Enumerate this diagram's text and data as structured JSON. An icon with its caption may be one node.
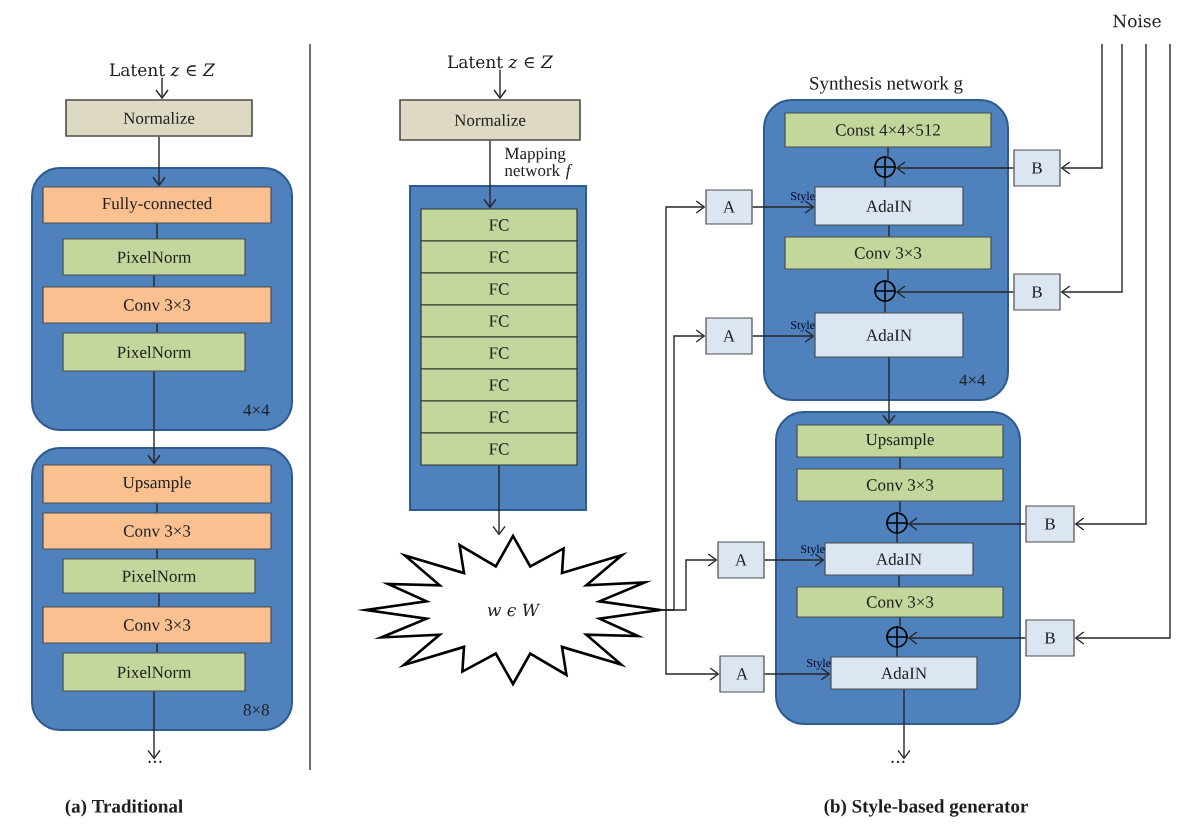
{
  "diagram": {
    "nodes": [
      {
        "text": [
          "Latent *z* ∈ *Z*"
        ]
      },
      {
        "text": [
          "Normalize"
        ]
      },
      {
        "text": [
          "4×4"
        ]
      },
      {
        "text": [
          "Fully-connected"
        ],
        "in": 2
      },
      {
        "text": [
          "PixelNorm"
        ],
        "in": 2
      },
      {
        "text": [
          "Conv 3×3"
        ],
        "in": 2
      },
      {
        "text": [
          "PixelNorm"
        ],
        "in": 2
      },
      {
        "text": [
          "8×8"
        ]
      },
      {
        "text": [
          "Upsample"
        ],
        "in": 7
      },
      {
        "text": [
          "Conv 3×3"
        ],
        "in": 7
      },
      {
        "text": [
          "PixelNorm"
        ],
        "in": 7
      },
      {
        "text": [
          "Conv 3×3"
        ],
        "in": 7
      },
      {
        "text": [
          "PixelNorm"
        ],
        "in": 7
      },
      {
        "text": [
          "..."
        ]
      },
      {
        "text": [
          "Latent *z* ∈ *Z*"
        ]
      },
      {
        "text": [
          "Normalize"
        ]
      },
      {
        "text": [
          "Mapping network *f*"
        ]
      },
      {
        "text": [
          "FC"
        ],
        "in": 16
      },
      {
        "text": [
          "FC"
        ],
        "in": 16
      },
      {
        "text": [
          "FC"
        ],
        "in": 16
      },
      {
        "text": [
          "FC"
        ],
        "in": 16
      },
      {
        "text": [
          "FC"
        ],
        "in": 16
      },
      {
        "text": [
          "FC"
        ],
        "in": 16
      },
      {
        "text": [
          "FC"
        ],
        "in": 16
      },
      {
        "text": [
          "FC"
        ],
        "in": 16
      },
      {
        "text": [
          "*w* ϵ *W*"
        ]
      },
      {
        "text": [
          "Noise"
        ]
      },
      {
        "text": [
          "Synthesis network g",
          "4×4"
        ]
      },
      {
        "text": [
          "Const 4×4×512"
        ],
        "in": 27
      },
      {
        "text": [],
        "shape": "circle",
        "in": 27
      },
      {
        "text": [
          "AdaIN"
        ],
        "in": 27
      },
      {
        "text": [
          "Conv 3×3"
        ],
        "in": 27
      },
      {
        "text": [],
        "shape": "circle",
        "in": 27
      },
      {
        "text": [
          "AdaIN"
        ],
        "in": 27
      },
      {
        "text": [],
        "shape": "box"
      },
      {
        "text": [
          "Upsample"
        ],
        "in": 34
      },
      {
        "text": [
          "Conv 3×3"
        ],
        "in": 34
      },
      {
        "text": [],
        "shape": "circle",
        "in": 34
      },
      {
        "text": [
          "AdaIN"
        ],
        "in": 34
      },
      {
        "text": [
          "Conv 3×3"
        ],
        "in": 34
      },
      {
        "text": [],
        "shape": "circle",
        "in": 34
      },
      {
        "text": [
          "AdaIN"
        ],
        "in": 34
      },
      {
        "text": [
          "..."
        ]
      },
      {
        "text": [
          "A"
        ]
      },
      {
        "text": [
          "A"
        ]
      },
      {
        "text": [
          "A"
        ]
      },
      {
        "text": [
          "A"
        ]
      },
      {
        "text": [
          "B"
        ]
      },
      {
        "text": [
          "B"
        ]
      },
      {
        "text": [
          "B"
        ]
      },
      {
        "text": [
          "B"
        ]
      }
    ],
    "edges": [
      {
        "from": 0,
        "to": 1,
        "arrow": "to"
      },
      {
        "from": 1,
        "to": 3,
        "arrow": "to"
      },
      {
        "from": 3,
        "to": 4,
        "arrow": "none"
      },
      {
        "from": 4,
        "to": 5,
        "arrow": "none"
      },
      {
        "from": 5,
        "to": 6,
        "arrow": "none"
      },
      {
        "from": 6,
        "to": 8,
        "arrow": "to"
      },
      {
        "from": 8,
        "to": 9,
        "arrow": "none"
      },
      {
        "from": 9,
        "to": 10,
        "arrow": "none"
      },
      {
        "from": 10,
        "to": 11,
        "arrow": "none"
      },
      {
        "from": 11,
        "to": 12,
        "arrow": "none"
      },
      {
        "from": 12,
        "to": 13,
        "arrow": "to"
      },
      {
        "from": 14,
        "to": 15,
        "arrow": "to"
      },
      {
        "from": 15,
        "to": 17,
        "arrow": "to"
      },
      {
        "from": 24,
        "to": 25,
        "arrow": "to"
      },
      {
        "from": 25,
        "to": 43,
        "arrow": "to"
      },
      {
        "from": 25,
        "to": 44,
        "arrow": "to"
      },
      {
        "from": 25,
        "to": 45,
        "arrow": "to"
      },
      {
        "from": 25,
        "to": 46,
        "arrow": "to"
      },
      {
        "from": 26,
        "to": 47,
        "arrow": "to"
      },
      {
        "from": 26,
        "to": 48,
        "arrow": "to"
      },
      {
        "from": 26,
        "to": 49,
        "arrow": "to"
      },
      {
        "from": 26,
        "to": 50,
        "arrow": "to"
      },
      {
        "from": 47,
        "to": 29,
        "arrow": "to"
      },
      {
        "from": 48,
        "to": 32,
        "arrow": "to"
      },
      {
        "from": 49,
        "to": 37,
        "arrow": "to"
      },
      {
        "from": 50,
        "to": 40,
        "arrow": "to"
      },
      {
        "from": 43,
        "to": 30,
        "arrow": "to",
        "label": "Style"
      },
      {
        "from": 44,
        "to": 33,
        "arrow": "to",
        "label": "Style"
      },
      {
        "from": 45,
        "to": 38,
        "arrow": "to",
        "label": "Style"
      },
      {
        "from": 46,
        "to": 41,
        "arrow": "to",
        "label": "Style"
      },
      {
        "from": 28,
        "to": 29,
        "arrow": "none"
      },
      {
        "from": 29,
        "to": 30,
        "arrow": "none"
      },
      {
        "from": 30,
        "to": 31,
        "arrow": "none"
      },
      {
        "from": 31,
        "to": 32,
        "arrow": "none"
      },
      {
        "from": 32,
        "to": 33,
        "arrow": "none"
      },
      {
        "from": 33,
        "to": 35,
        "arrow": "to"
      },
      {
        "from": 35,
        "to": 36,
        "arrow": "none"
      },
      {
        "from": 36,
        "to": 37,
        "arrow": "none"
      },
      {
        "from": 37,
        "to": 38,
        "arrow": "none"
      },
      {
        "from": 38,
        "to": 39,
        "arrow": "none"
      },
      {
        "from": 39,
        "to": 40,
        "arrow": "none"
      },
      {
        "from": 40,
        "to": 41,
        "arrow": "none"
      },
      {
        "from": 41,
        "to": 42,
        "arrow": "to"
      }
    ],
    "labels": [
      "(a) Traditional",
      "(b) Style-based generator"
    ]
  }
}
